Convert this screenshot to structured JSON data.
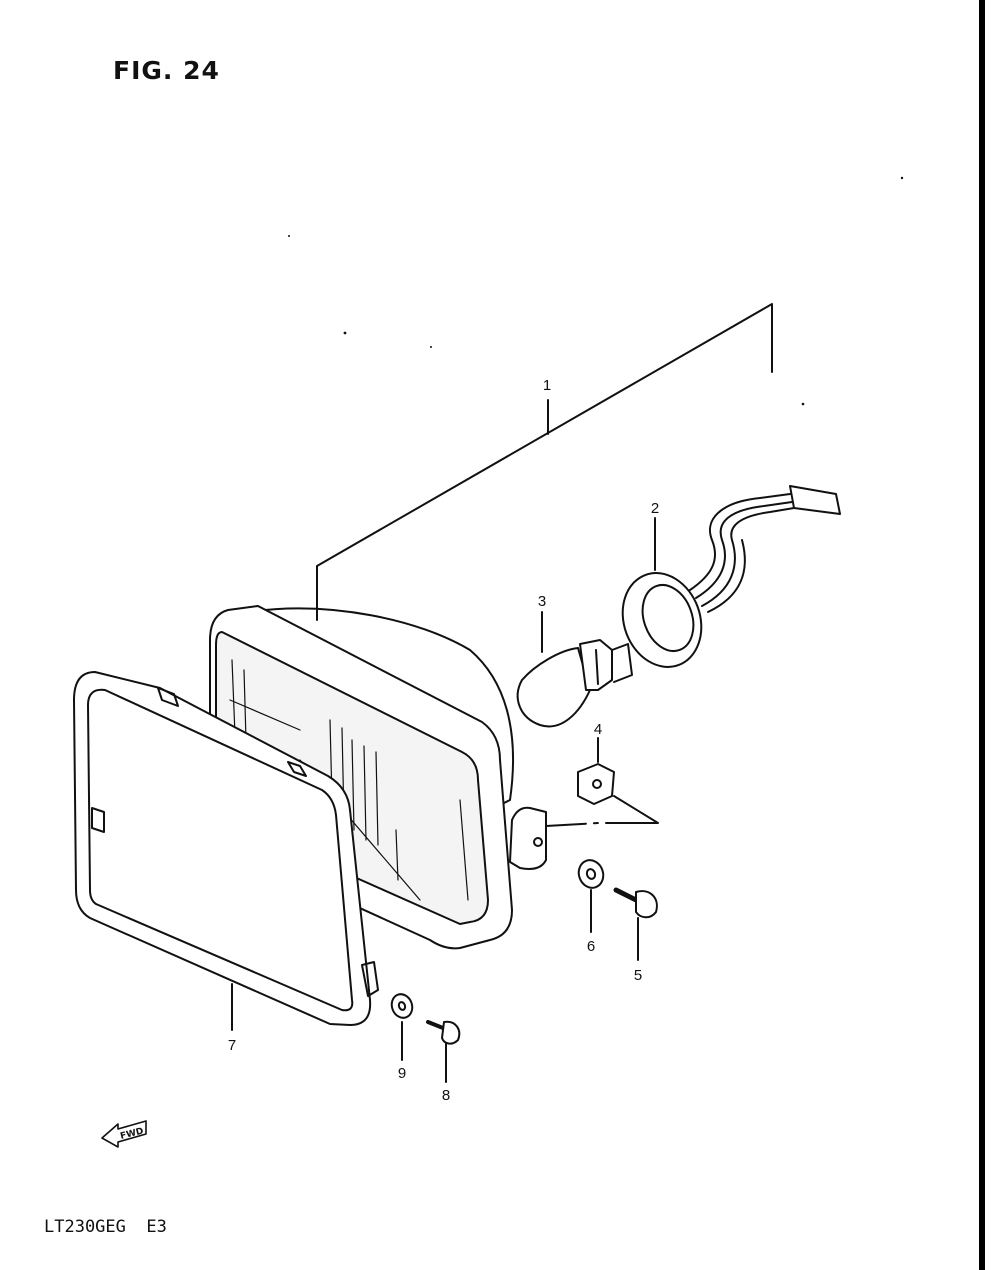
{
  "figure": {
    "title": "FIG. 24",
    "model_code": "LT230GEG  E3"
  },
  "callouts": [
    {
      "number": "1"
    },
    {
      "number": "2"
    },
    {
      "number": "3"
    },
    {
      "number": "4"
    },
    {
      "number": "5"
    },
    {
      "number": "6"
    },
    {
      "number": "7"
    },
    {
      "number": "8"
    },
    {
      "number": "9"
    }
  ],
  "direction_marker": {
    "label": "FWD",
    "icon": "fwd-arrow-icon"
  },
  "colors": {
    "ink": "#111111",
    "paper": "#ffffff",
    "lens_fill": "#f4f4f4"
  }
}
